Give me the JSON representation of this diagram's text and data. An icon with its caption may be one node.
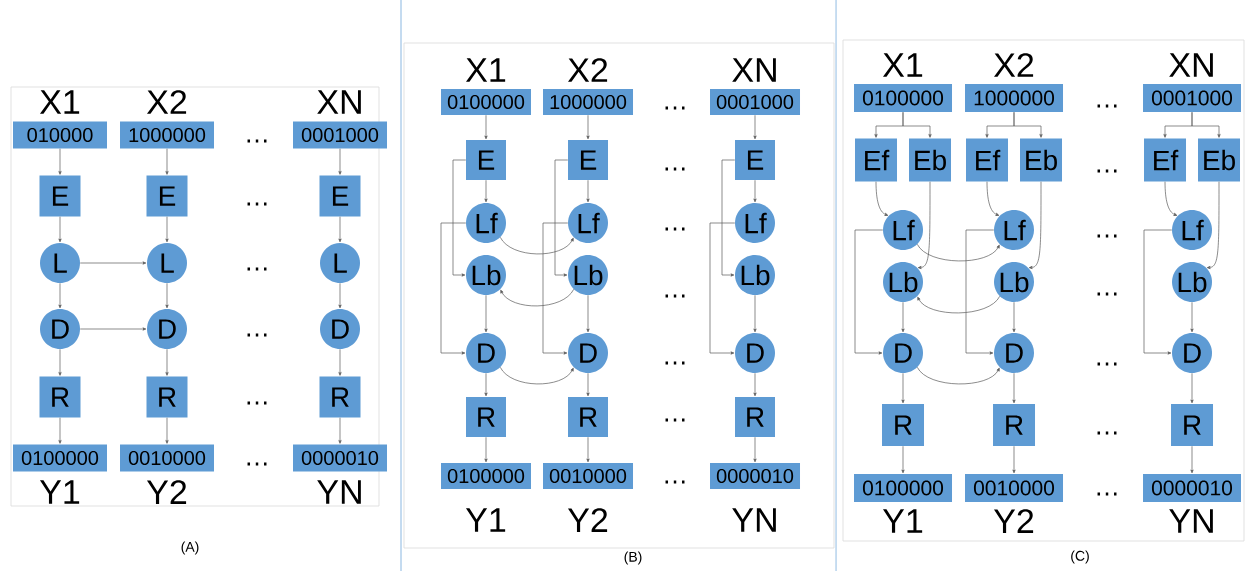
{
  "diagram": {
    "nodes": [
      {
        "text": [
          "X1",
          "010000"
        ]
      },
      {
        "text": [
          "E"
        ]
      },
      {
        "text": [
          "L"
        ]
      },
      {
        "text": [
          "D"
        ]
      },
      {
        "text": [
          "R"
        ]
      },
      {
        "text": [
          "0100000",
          "Y1"
        ]
      },
      {
        "text": [
          "X2",
          "1000000"
        ]
      },
      {
        "text": [
          "E"
        ]
      },
      {
        "text": [
          "L"
        ]
      },
      {
        "text": [
          "D"
        ]
      },
      {
        "text": [
          "R"
        ]
      },
      {
        "text": [
          "0010000",
          "Y2"
        ]
      },
      {
        "text": [
          "XN",
          "0001000"
        ]
      },
      {
        "text": [
          "E"
        ]
      },
      {
        "text": [
          "L"
        ]
      },
      {
        "text": [
          "D"
        ]
      },
      {
        "text": [
          "R"
        ]
      },
      {
        "text": [
          "0000010",
          "YN"
        ]
      },
      {
        "text": [
          "X1",
          "0100000"
        ]
      },
      {
        "text": [
          "E"
        ]
      },
      {
        "text": [
          "Lf"
        ]
      },
      {
        "text": [
          "Lb"
        ]
      },
      {
        "text": [
          "D"
        ]
      },
      {
        "text": [
          "R"
        ]
      },
      {
        "text": [
          "0100000",
          "Y1"
        ]
      },
      {
        "text": [
          "X2",
          "1000000"
        ]
      },
      {
        "text": [
          "E"
        ]
      },
      {
        "text": [
          "Lf"
        ]
      },
      {
        "text": [
          "Lb"
        ]
      },
      {
        "text": [
          "D"
        ]
      },
      {
        "text": [
          "R"
        ]
      },
      {
        "text": [
          "0010000",
          "Y2"
        ]
      },
      {
        "text": [
          "XN",
          "0001000"
        ]
      },
      {
        "text": [
          "E"
        ]
      },
      {
        "text": [
          "Lf"
        ]
      },
      {
        "text": [
          "Lb"
        ]
      },
      {
        "text": [
          "D"
        ]
      },
      {
        "text": [
          "R"
        ]
      },
      {
        "text": [
          "0000010",
          "YN"
        ]
      },
      {
        "text": [
          "X1",
          "0100000"
        ]
      },
      {
        "text": [
          "Ef"
        ]
      },
      {
        "text": [
          "Eb"
        ]
      },
      {
        "text": [
          "Lf"
        ]
      },
      {
        "text": [
          "Lb"
        ]
      },
      {
        "text": [
          "D"
        ]
      },
      {
        "text": [
          "R"
        ]
      },
      {
        "text": [
          "0100000",
          "Y1"
        ]
      },
      {
        "text": [
          "X2",
          "1000000"
        ]
      },
      {
        "text": [
          "Ef"
        ]
      },
      {
        "text": [
          "Eb"
        ]
      },
      {
        "text": [
          "Lf"
        ]
      },
      {
        "text": [
          "Lb"
        ]
      },
      {
        "text": [
          "D"
        ]
      },
      {
        "text": [
          "R"
        ]
      },
      {
        "text": [
          "0010000",
          "Y2"
        ]
      },
      {
        "text": [
          "XN",
          "0001000"
        ]
      },
      {
        "text": [
          "Ef"
        ]
      },
      {
        "text": [
          "Eb"
        ]
      },
      {
        "text": [
          "Lf"
        ]
      },
      {
        "text": [
          "Lb"
        ]
      },
      {
        "text": [
          "D"
        ]
      },
      {
        "text": [
          "R"
        ]
      },
      {
        "text": [
          "0000010",
          "YN"
        ]
      }
    ],
    "edges": [
      {
        "from": 0,
        "to": 1,
        "arrow": "to"
      },
      {
        "from": 1,
        "to": 2,
        "arrow": "to"
      },
      {
        "from": 2,
        "to": 3,
        "arrow": "to"
      },
      {
        "from": 3,
        "to": 4,
        "arrow": "to"
      },
      {
        "from": 4,
        "to": 5,
        "arrow": "to"
      },
      {
        "from": 6,
        "to": 7,
        "arrow": "to"
      },
      {
        "from": 7,
        "to": 8,
        "arrow": "to"
      },
      {
        "from": 8,
        "to": 9,
        "arrow": "to"
      },
      {
        "from": 9,
        "to": 10,
        "arrow": "to"
      },
      {
        "from": 10,
        "to": 11,
        "arrow": "to"
      },
      {
        "from": 12,
        "to": 13,
        "arrow": "to"
      },
      {
        "from": 13,
        "to": 14,
        "arrow": "to"
      },
      {
        "from": 14,
        "to": 15,
        "arrow": "to"
      },
      {
        "from": 15,
        "to": 16,
        "arrow": "to"
      },
      {
        "from": 16,
        "to": 17,
        "arrow": "to"
      },
      {
        "from": 2,
        "to": 8,
        "arrow": "to"
      },
      {
        "from": 3,
        "to": 9,
        "arrow": "to"
      },
      {
        "from": 18,
        "to": 19,
        "arrow": "to"
      },
      {
        "from": 19,
        "to": 20,
        "arrow": "to"
      },
      {
        "from": 19,
        "to": 21,
        "arrow": "to"
      },
      {
        "from": 20,
        "to": 22,
        "arrow": "to"
      },
      {
        "from": 21,
        "to": 22,
        "arrow": "to"
      },
      {
        "from": 22,
        "to": 23,
        "arrow": "to"
      },
      {
        "from": 23,
        "to": 24,
        "arrow": "to"
      },
      {
        "from": 25,
        "to": 26,
        "arrow": "to"
      },
      {
        "from": 26,
        "to": 27,
        "arrow": "to"
      },
      {
        "from": 26,
        "to": 28,
        "arrow": "to"
      },
      {
        "from": 27,
        "to": 29,
        "arrow": "to"
      },
      {
        "from": 28,
        "to": 29,
        "arrow": "to"
      },
      {
        "from": 29,
        "to": 30,
        "arrow": "to"
      },
      {
        "from": 30,
        "to": 31,
        "arrow": "to"
      },
      {
        "from": 32,
        "to": 33,
        "arrow": "to"
      },
      {
        "from": 33,
        "to": 34,
        "arrow": "to"
      },
      {
        "from": 33,
        "to": 35,
        "arrow": "to"
      },
      {
        "from": 34,
        "to": 36,
        "arrow": "to"
      },
      {
        "from": 35,
        "to": 36,
        "arrow": "to"
      },
      {
        "from": 36,
        "to": 37,
        "arrow": "to"
      },
      {
        "from": 37,
        "to": 38,
        "arrow": "to"
      },
      {
        "from": 20,
        "to": 27,
        "arrow": "to"
      },
      {
        "from": 28,
        "to": 21,
        "arrow": "to"
      },
      {
        "from": 22,
        "to": 29,
        "arrow": "to"
      },
      {
        "from": 39,
        "to": 40,
        "arrow": "to"
      },
      {
        "from": 39,
        "to": 41,
        "arrow": "to"
      },
      {
        "from": 40,
        "to": 42,
        "arrow": "to"
      },
      {
        "from": 41,
        "to": 43,
        "arrow": "to"
      },
      {
        "from": 42,
        "to": 44,
        "arrow": "to"
      },
      {
        "from": 43,
        "to": 44,
        "arrow": "to"
      },
      {
        "from": 44,
        "to": 45,
        "arrow": "to"
      },
      {
        "from": 45,
        "to": 46,
        "arrow": "to"
      },
      {
        "from": 47,
        "to": 48,
        "arrow": "to"
      },
      {
        "from": 47,
        "to": 49,
        "arrow": "to"
      },
      {
        "from": 48,
        "to": 50,
        "arrow": "to"
      },
      {
        "from": 49,
        "to": 51,
        "arrow": "to"
      },
      {
        "from": 50,
        "to": 52,
        "arrow": "to"
      },
      {
        "from": 51,
        "to": 52,
        "arrow": "to"
      },
      {
        "from": 52,
        "to": 53,
        "arrow": "to"
      },
      {
        "from": 53,
        "to": 54,
        "arrow": "to"
      },
      {
        "from": 55,
        "to": 56,
        "arrow": "to"
      },
      {
        "from": 55,
        "to": 57,
        "arrow": "to"
      },
      {
        "from": 56,
        "to": 58,
        "arrow": "to"
      },
      {
        "from": 57,
        "to": 59,
        "arrow": "to"
      },
      {
        "from": 58,
        "to": 60,
        "arrow": "to"
      },
      {
        "from": 59,
        "to": 60,
        "arrow": "to"
      },
      {
        "from": 60,
        "to": 61,
        "arrow": "to"
      },
      {
        "from": 61,
        "to": 62,
        "arrow": "to"
      },
      {
        "from": 42,
        "to": 50,
        "arrow": "to"
      },
      {
        "from": 51,
        "to": 43,
        "arrow": "to"
      },
      {
        "from": 44,
        "to": 52,
        "arrow": "to"
      }
    ],
    "labels": [
      "…",
      "…",
      "…",
      "…",
      "…",
      "…",
      "(A)",
      "…",
      "…",
      "…",
      "…",
      "…",
      "…",
      "…",
      "(B)",
      "…",
      "…",
      "…",
      "…",
      "…",
      "…",
      "…",
      "(C)"
    ]
  }
}
